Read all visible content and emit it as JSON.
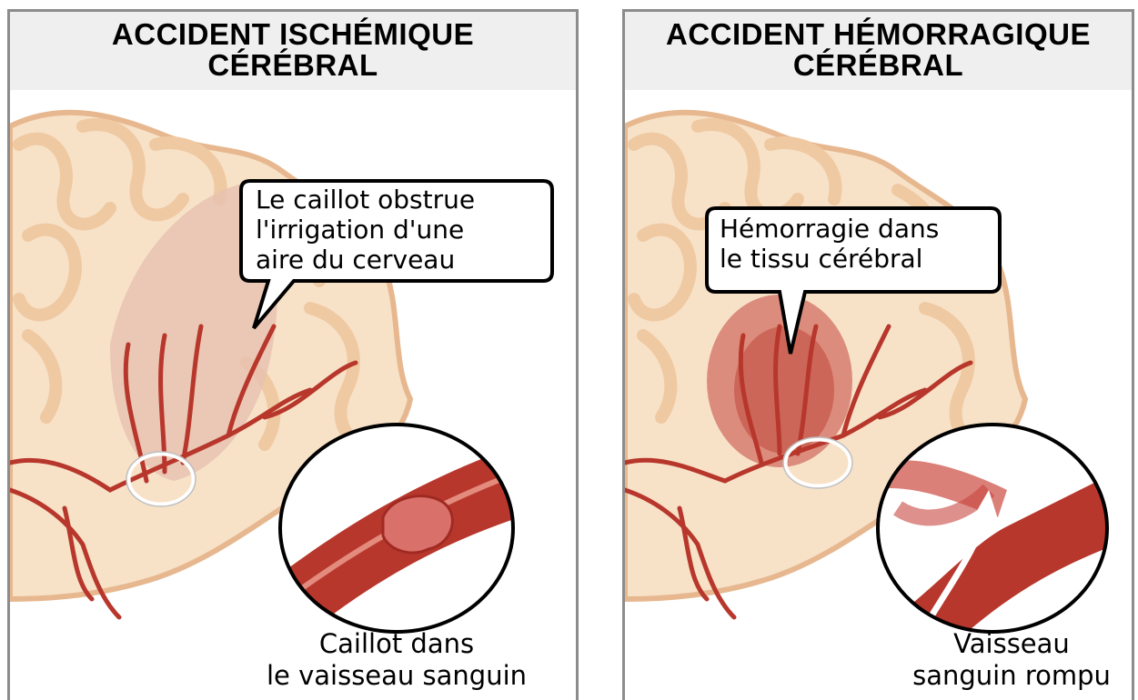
{
  "panels": {
    "left": {
      "title_line1": "ACCIDENT ISCHÉMIQUE",
      "title_line2": "CÉRÉBRAL",
      "callout_lines": [
        "Le caillot obstrue",
        "l'irrigation d'une",
        "aire du cerveau"
      ],
      "caption_lines": [
        "Caillot dans",
        "le vaisseau sanguin"
      ]
    },
    "right": {
      "title_line1": "ACCIDENT HÉMORRAGIQUE",
      "title_line2": "CÉRÉBRAL",
      "callout_lines": [
        "Hémorragie dans",
        "le tissu cérébral"
      ],
      "caption_lines": [
        "Vaisseau",
        "sanguin rompu"
      ]
    }
  },
  "colors": {
    "brain_tissue": "#f7e2c8",
    "brain_fold": "#f0c9a4",
    "brain_outline": "#e7b88f",
    "vessel": "#b8372c",
    "affected_zone": "#e9c2b2",
    "hemorrhage": "#c7463f"
  }
}
